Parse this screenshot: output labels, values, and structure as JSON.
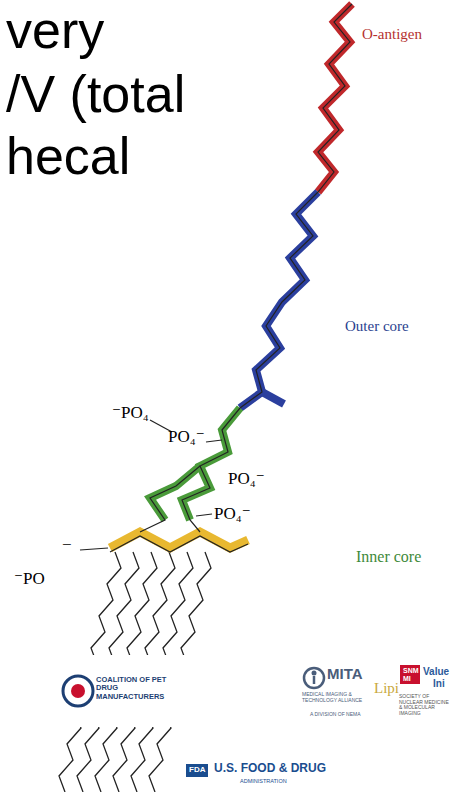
{
  "diagram": {
    "labels": [
      "very",
      "/V (total",
      "hecal",
      "O-antigen",
      "Outer core",
      "⁻PO₄",
      "PO₄⁻",
      "PO₄⁻",
      "Inner core",
      "PO₄⁻",
      "−",
      "⁻PO",
      "COALITION OF PET DRUG MANUFACTURERS",
      "MITA",
      "Lipi",
      "SNM MI",
      "Value",
      "Ini",
      "MEDICAL IMAGING & TECHNOLOGY ALLIANCE",
      "A DIVISION OF NEMA",
      "SOCIETY OF NUCLEAR MEDICINE & MOLECULAR IMAGING",
      "FDA",
      "U.S. FOOD & DRUG",
      "ADMINISTRATION"
    ]
  }
}
